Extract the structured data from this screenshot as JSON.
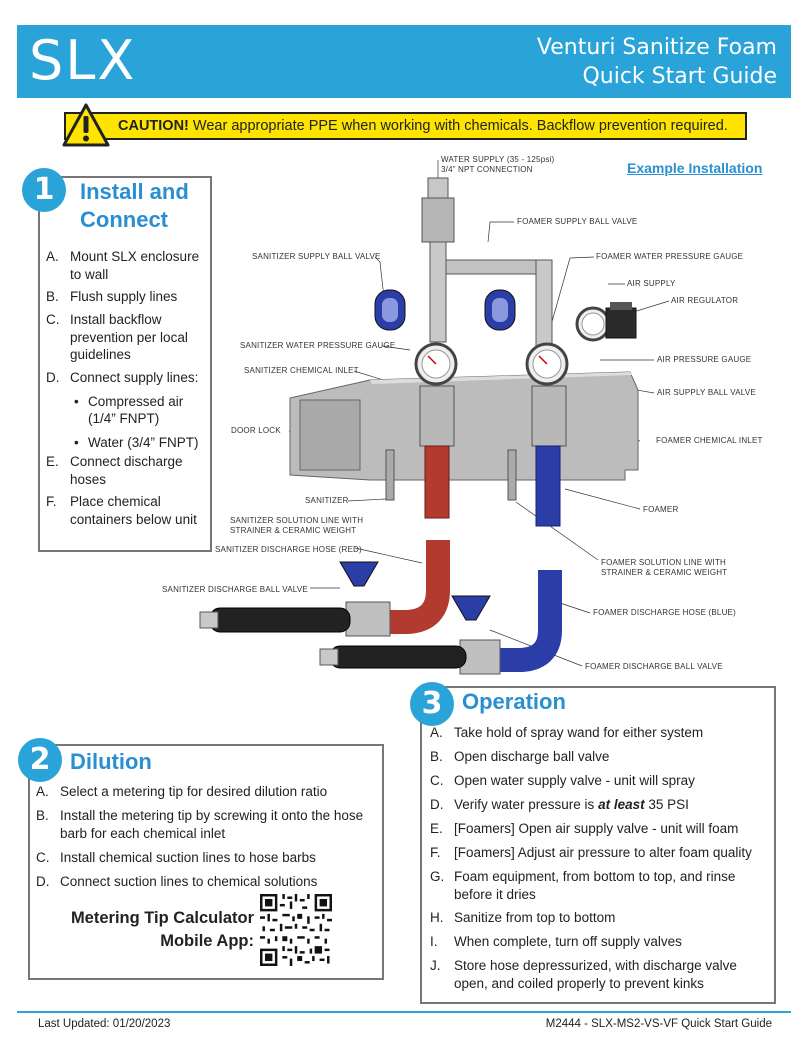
{
  "header": {
    "logo": "SLX",
    "title_line1": "Venturi Sanitize Foam",
    "title_line2": "Quick Start Guide",
    "accent_color": "#2aa3d9"
  },
  "caution": {
    "label": "CAUTION!",
    "text": "Wear appropriate PPE when working with chemicals. Backflow prevention required.",
    "icon": "warning-triangle-icon",
    "color": "#ffe400"
  },
  "section1": {
    "number": "1",
    "title_line1": "Install and",
    "title_line2": "Connect",
    "steps": [
      {
        "letter": "A.",
        "text": "Mount SLX enclosure to wall"
      },
      {
        "letter": "B.",
        "text": "Flush supply lines"
      },
      {
        "letter": "C.",
        "text": "Install backflow prevention per local guidelines"
      },
      {
        "letter": "D.",
        "text": "Connect supply lines:"
      },
      {
        "letter": "E.",
        "text": "Connect discharge hoses"
      },
      {
        "letter": "F.",
        "text": "Place chemical containers below unit"
      }
    ],
    "sub_steps": [
      "Compressed air (1/4” FNPT)",
      "Water (3/4” FNPT)"
    ]
  },
  "diagram": {
    "example_link": "Example Installation",
    "callouts": {
      "water_supply_1": "WATER SUPPLY (35 - 125psi)",
      "water_supply_2": "3/4” NPT CONNECTION",
      "foamer_supply_ball_valve": "FOAMER SUPPLY BALL VALVE",
      "sanitizer_supply_ball_valve": "SANITIZER SUPPLY BALL VALVE",
      "foamer_water_pressure_gauge": "FOAMER WATER PRESSURE GAUGE",
      "air_supply": "AIR SUPPLY",
      "air_regulator": "AIR REGULATOR",
      "sanitizer_water_pressure_gauge": "SANITIZER WATER PRESSURE GAUGE",
      "air_pressure_gauge": "AIR PRESSURE GAUGE",
      "sanitizer_chemical_inlet": "SANITIZER CHEMICAL INLET",
      "air_supply_ball_valve": "AIR SUPPLY BALL VALVE",
      "door_lock": "DOOR LOCK",
      "foamer_chemical_inlet": "FOAMER CHEMICAL INLET",
      "sanitizer": "SANITIZER",
      "foamer": "FOAMER",
      "sanitizer_solution_line_1": "SANITIZER SOLUTION LINE WITH",
      "sanitizer_solution_line_2": "STRAINER & CERAMIC WEIGHT",
      "sanitizer_discharge_hose": "SANITIZER DISCHARGE HOSE (RED)",
      "foamer_solution_line_1": "FOAMER SOLUTION LINE WITH",
      "foamer_solution_line_2": "STRAINER & CERAMIC WEIGHT",
      "sanitizer_discharge_ball_valve": "SANITIZER DISCHARGE BALL VALVE",
      "foamer_discharge_hose": "FOAMER DISCHARGE HOSE (BLUE)",
      "foamer_discharge_ball_valve": "FOAMER DISCHARGE BALL VALVE"
    }
  },
  "section2": {
    "number": "2",
    "title": "Dilution",
    "steps": [
      {
        "letter": "A.",
        "text": "Select a metering tip for desired dilution ratio"
      },
      {
        "letter": "B.",
        "text": "Install the metering tip by screwing it onto the hose barb for each chemical inlet"
      },
      {
        "letter": "C.",
        "text": "Install chemical suction lines to hose barbs"
      },
      {
        "letter": "D.",
        "text": "Connect suction lines to chemical solutions"
      }
    ],
    "app_label_line1": "Metering Tip Calculator",
    "app_label_line2": "Mobile App:"
  },
  "section3": {
    "number": "3",
    "title": "Operation",
    "steps": [
      {
        "letter": "A.",
        "text": "Take hold of spray wand for either system"
      },
      {
        "letter": "B.",
        "text": "Open discharge ball valve"
      },
      {
        "letter": "C.",
        "text": "Open water supply valve - unit will spray"
      },
      {
        "letter": "D.",
        "text_before": "Verify water pressure is ",
        "emph": "at least",
        "text_after": " 35 PSI"
      },
      {
        "letter": "E.",
        "text": "[Foamers] Open air supply valve - unit will foam"
      },
      {
        "letter": "F.",
        "text": "[Foamers] Adjust air pressure to alter foam quality"
      },
      {
        "letter": "G.",
        "text": "Foam equipment, from bottom to top, and rinse before it dries"
      },
      {
        "letter": "H.",
        "text": "Sanitize from top to bottom"
      },
      {
        "letter": "I.",
        "text": "When complete, turn off supply valves"
      },
      {
        "letter": "J.",
        "text": "Store hose depressurized, with discharge valve open, and coiled properly to prevent kinks"
      }
    ]
  },
  "footer": {
    "updated": "Last Updated: 01/20/2023",
    "doc_id": "M2444 - SLX-MS2-VS-VF Quick Start Guide"
  }
}
